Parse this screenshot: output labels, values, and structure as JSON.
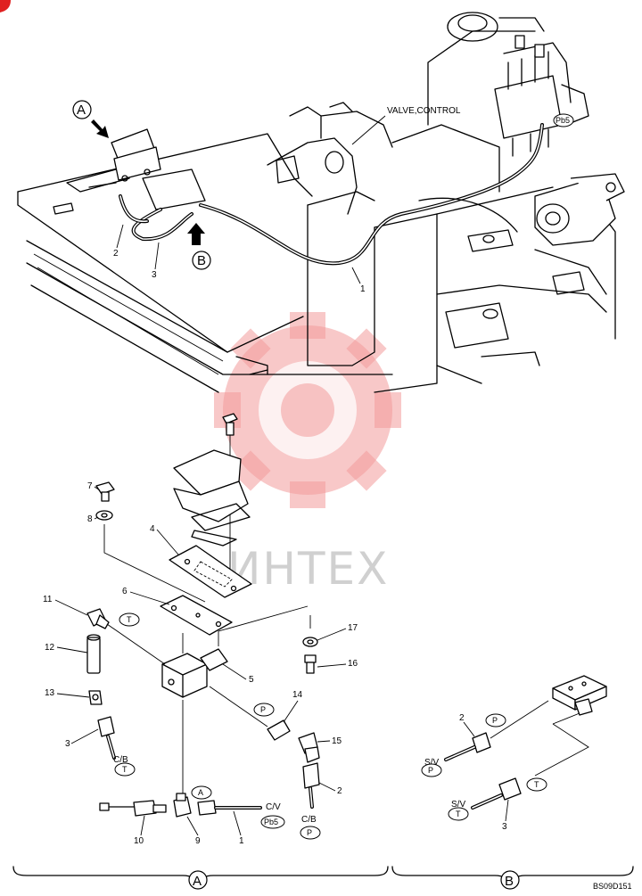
{
  "watermark": {
    "text": "ИНТЕХ"
  },
  "header": {
    "valve_label": "VALVE,CONTROL"
  },
  "callouts": {
    "n1": "1",
    "n2": "2",
    "n3": "3",
    "n4": "4",
    "n5": "5",
    "n6": "6",
    "n7": "7",
    "n8": "8",
    "n9": "9",
    "n10": "10",
    "n11": "11",
    "n12": "12",
    "n13": "13",
    "n14": "14",
    "n15": "15",
    "n16": "16",
    "n17": "17"
  },
  "views": {
    "a": "A",
    "b": "B"
  },
  "ports": {
    "t": "T",
    "p": "P",
    "pb5": "Pb5"
  },
  "connections": {
    "cb": "C/B",
    "cv": "C/V",
    "sv": "S/V"
  },
  "footer": {
    "code": "BS09D151"
  },
  "colors": {
    "watermark": "#f29a9a",
    "line": "#000000"
  }
}
